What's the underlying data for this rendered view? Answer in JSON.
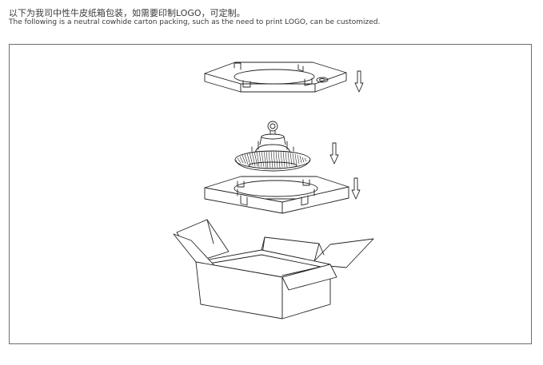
{
  "caption": {
    "chinese": "以下为我司中性牛皮纸箱包装，如需要印制LOGO，可定制。",
    "english": "The following is a neutral cowhide carton packing, such as the need to print LOGO, can be customized."
  },
  "diagram": {
    "parts": [
      "top-foam-insert",
      "high-bay-light",
      "bottom-foam-insert",
      "open-carton-box"
    ],
    "direction_arrows": 3,
    "colors": {
      "line": "#222222",
      "frame": "#6e6e6e",
      "background": "#ffffff"
    }
  }
}
